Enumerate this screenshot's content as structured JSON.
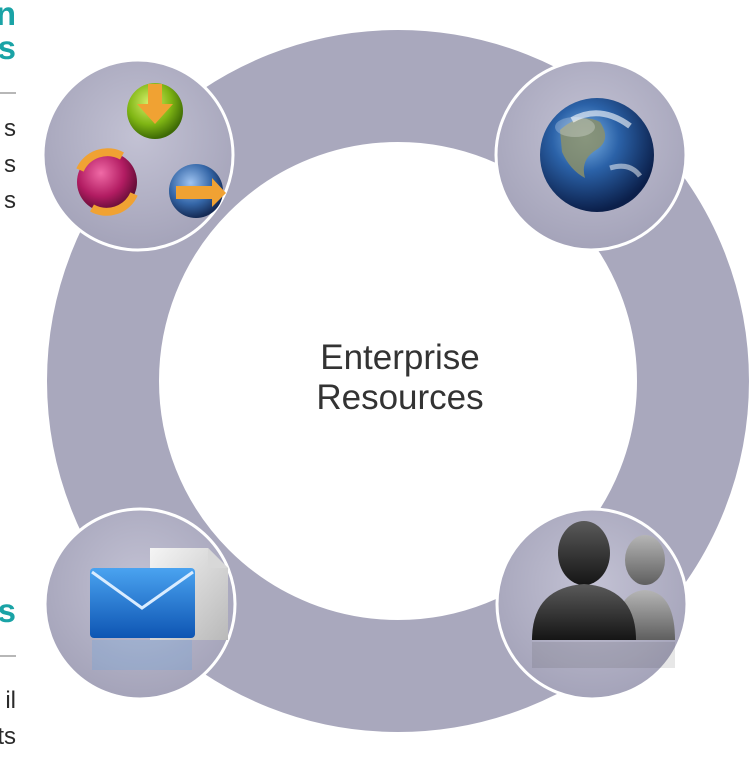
{
  "center_label": {
    "line1": "Enterprise",
    "line2": "Resources"
  },
  "left_edge_fragments": {
    "top_heading_line1": "n",
    "top_heading_line2": "s",
    "top_body": [
      "s",
      "s",
      "s"
    ],
    "bottom_heading": "s",
    "bottom_body": [
      "il",
      "ts"
    ]
  },
  "nodes": [
    {
      "position": "top-left",
      "icons": [
        "download-icon",
        "sync-icon",
        "transfer-icon"
      ]
    },
    {
      "position": "top-right",
      "icons": [
        "globe-icon"
      ]
    },
    {
      "position": "bottom-left",
      "icons": [
        "email-icon",
        "document-icon"
      ]
    },
    {
      "position": "bottom-right",
      "icons": [
        "users-icon"
      ]
    }
  ],
  "colors": {
    "ring": "#a9a8bd",
    "node": "#b3b2c6",
    "heading_accent": "#1aa3a6"
  }
}
